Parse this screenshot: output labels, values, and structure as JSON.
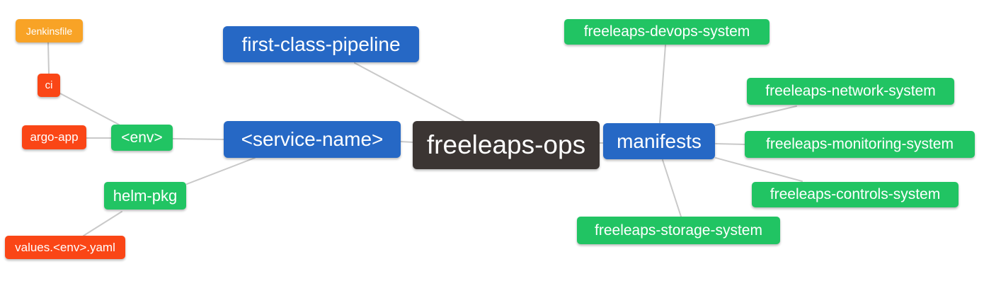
{
  "diagram": {
    "type": "mindmap",
    "root": "freeleaps-ops",
    "palette": {
      "blue": "#2668c5",
      "green": "#21c463",
      "orange": "#f8a326",
      "red": "#fa4616",
      "dark": "#3b3533",
      "edge_gray": "#c9c9c9",
      "background": "#ffffff",
      "text": "#ffffff"
    },
    "nodes": [
      {
        "id": "freeleaps-ops",
        "label": "freeleaps-ops",
        "color": "dark"
      },
      {
        "id": "first-class-pipeline",
        "label": "first-class-pipeline",
        "color": "blue"
      },
      {
        "id": "service-name",
        "label": "<service-name>",
        "color": "blue"
      },
      {
        "id": "env",
        "label": "<env>",
        "color": "green"
      },
      {
        "id": "ci",
        "label": "ci",
        "color": "red"
      },
      {
        "id": "jenkinsfile",
        "label": "Jenkinsfile",
        "color": "orange"
      },
      {
        "id": "argo-app",
        "label": "argo-app",
        "color": "red"
      },
      {
        "id": "helm-pkg",
        "label": "helm-pkg",
        "color": "green"
      },
      {
        "id": "values-env-yaml",
        "label": "values.<env>.yaml",
        "color": "red"
      },
      {
        "id": "manifests",
        "label": "manifests",
        "color": "blue"
      },
      {
        "id": "freeleaps-devops-system",
        "label": "freeleaps-devops-system",
        "color": "green"
      },
      {
        "id": "freeleaps-network-system",
        "label": "freeleaps-network-system",
        "color": "green"
      },
      {
        "id": "freeleaps-monitoring-system",
        "label": "freeleaps-monitoring-system",
        "color": "green"
      },
      {
        "id": "freeleaps-controls-system",
        "label": "freeleaps-controls-system",
        "color": "green"
      },
      {
        "id": "freeleaps-storage-system",
        "label": "freeleaps-storage-system",
        "color": "green"
      }
    ],
    "edges": [
      {
        "a": "jenkinsfile",
        "b": "ci"
      },
      {
        "a": "ci",
        "b": "env"
      },
      {
        "a": "argo-app",
        "b": "env"
      },
      {
        "a": "env",
        "b": "service-name"
      },
      {
        "a": "helm-pkg",
        "b": "service-name"
      },
      {
        "a": "values-env-yaml",
        "b": "helm-pkg"
      },
      {
        "a": "first-class-pipeline",
        "b": "freeleaps-ops"
      },
      {
        "a": "service-name",
        "b": "freeleaps-ops"
      },
      {
        "a": "freeleaps-ops",
        "b": "manifests"
      },
      {
        "a": "manifests",
        "b": "freeleaps-devops-system"
      },
      {
        "a": "manifests",
        "b": "freeleaps-network-system"
      },
      {
        "a": "manifests",
        "b": "freeleaps-monitoring-system"
      },
      {
        "a": "manifests",
        "b": "freeleaps-controls-system"
      },
      {
        "a": "manifests",
        "b": "freeleaps-storage-system"
      }
    ]
  }
}
